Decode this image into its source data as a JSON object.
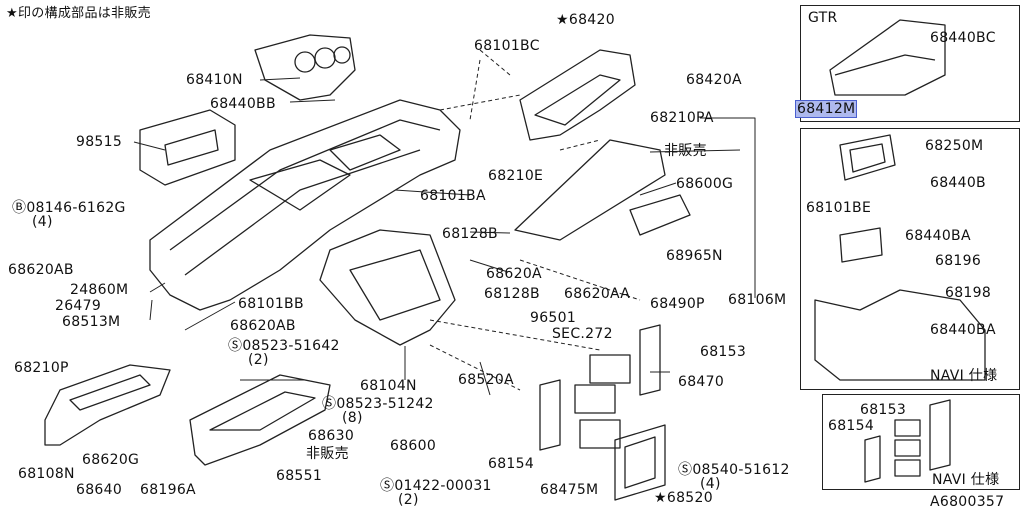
{
  "header_note": "★印の構成部品は非販売",
  "figure_code": "A6800357",
  "inset_gtr": {
    "title": "GTR",
    "labels": [
      "68440BC",
      "68412M"
    ],
    "highlighted": "68412M"
  },
  "inset_navi1": {
    "caption": "NAVI 仕様",
    "labels": [
      "68250M",
      "68101BE",
      "68440B",
      "68440BA",
      "68196",
      "68198",
      "68440BA"
    ]
  },
  "inset_navi2": {
    "caption": "NAVI 仕様",
    "labels": [
      "68153",
      "68154"
    ]
  },
  "labels": {
    "l68420": "68420",
    "l68101BC": "68101BC",
    "l68420A": "68420A",
    "l68410N": "68410N",
    "l68440BB": "68440BB",
    "l98515": "98515",
    "l68210PA": "68210PA",
    "hanbai1": "非販売",
    "l68210E": "68210E",
    "l68600G": "68600G",
    "b08146": "08146-6162G",
    "b08146q": "(4)",
    "l68101BA": "68101BA",
    "l68128B_1": "68128B",
    "l68965N": "68965N",
    "l68620AB_1": "68620AB",
    "l68620A": "68620A",
    "l24860M": "24860M",
    "l68128B_2": "68128B",
    "l68620AA": "68620AA",
    "l68490P": "68490P",
    "l68106M": "68106M",
    "l26479": "26479",
    "l68101BB": "68101BB",
    "l68513M": "68513M",
    "l96501": "96501",
    "l68620AB_2": "68620AB",
    "sec272": "SEC.272",
    "s08523_51642": "08523-51642",
    "s08523_51642q": "(2)",
    "l68153": "68153",
    "l68210P": "68210P",
    "l68104N": "68104N",
    "l68520A": "68520A",
    "l68470": "68470",
    "s08523_51242": "08523-51242",
    "s08523_51242q": "(8)",
    "l68630": "68630",
    "l68600": "68600",
    "hanbai2": "非販売",
    "l68108N": "68108N",
    "l68620G": "68620G",
    "l68154": "68154",
    "l68640": "68640",
    "l68196A": "68196A",
    "l68551": "68551",
    "l68475M": "68475M",
    "s08540_51612": "08540-51612",
    "s08540_51612q": "(4)",
    "s01422": "01422-00031",
    "s01422q": "(2)",
    "l68520": "68520"
  },
  "colors": {
    "line": "#222222",
    "highlight": "#aeb9ee",
    "background": "#ffffff"
  }
}
